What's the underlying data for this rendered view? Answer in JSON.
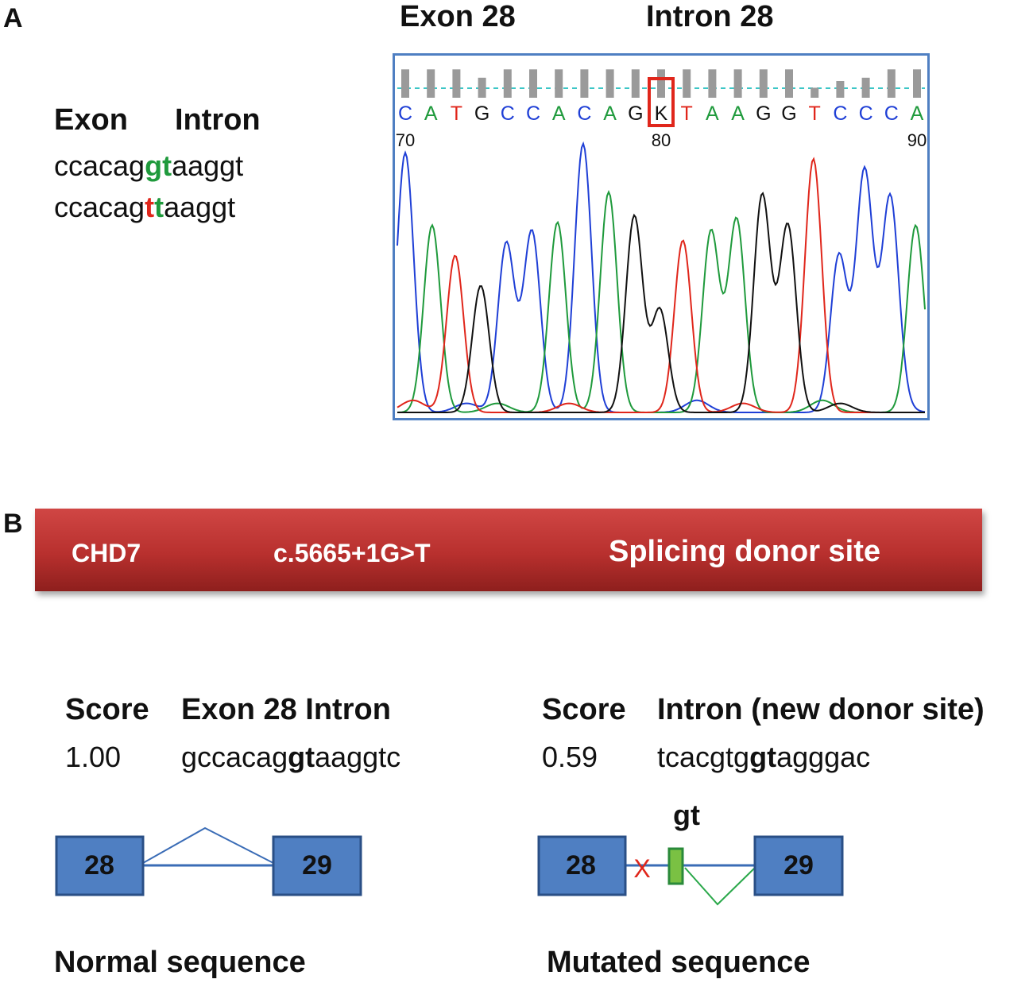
{
  "panel_a": {
    "letter": "A",
    "header_exon": "Exon 28",
    "header_intron": "Intron 28",
    "label_exon": "Exon",
    "label_intron": "Intron",
    "normal_seq": {
      "pre": "ccacag",
      "m1": "g",
      "m2": "t",
      "post": "aaggt"
    },
    "mutant_seq": {
      "pre": "ccacag",
      "m1": "t",
      "m2": "t",
      "post": "aaggt"
    },
    "chromatogram": {
      "bases": [
        "C",
        "A",
        "T",
        "G",
        "C",
        "C",
        "A",
        "C",
        "A",
        "G",
        "K",
        "T",
        "A",
        "A",
        "G",
        "G",
        "T",
        "C",
        "C",
        "C",
        "A"
      ],
      "base_colors": {
        "A": "#1f9a3c",
        "C": "#1f3fd6",
        "G": "#111111",
        "T": "#e0261b",
        "K": "#111111"
      },
      "quality": [
        0.85,
        0.85,
        0.85,
        0.6,
        0.85,
        0.85,
        0.85,
        0.85,
        0.85,
        0.85,
        0.85,
        0.85,
        0.85,
        0.85,
        0.85,
        0.85,
        0.3,
        0.5,
        0.6,
        0.85,
        0.85
      ],
      "highlight_index": 10,
      "highlight_color": "#e0261b",
      "position_labels": [
        {
          "index": 0,
          "label": "70"
        },
        {
          "index": 10,
          "label": "80"
        },
        {
          "index": 20,
          "label": "90"
        }
      ],
      "peaks": [
        {
          "color": "#1f3fd6",
          "x": 0.0,
          "h": 0.86
        },
        {
          "color": "#1f9a3c",
          "x": 1.05,
          "h": 0.62
        },
        {
          "color": "#e0261b",
          "x": 1.95,
          "h": 0.52
        },
        {
          "color": "#111111",
          "x": 2.95,
          "h": 0.42
        },
        {
          "color": "#1f3fd6",
          "x": 3.95,
          "h": 0.56
        },
        {
          "color": "#1f3fd6",
          "x": 4.95,
          "h": 0.6
        },
        {
          "color": "#1f9a3c",
          "x": 5.95,
          "h": 0.63
        },
        {
          "color": "#1f3fd6",
          "x": 6.95,
          "h": 0.89
        },
        {
          "color": "#1f9a3c",
          "x": 7.95,
          "h": 0.73
        },
        {
          "color": "#111111",
          "x": 8.95,
          "h": 0.65
        },
        {
          "color": "#111111",
          "x": 9.95,
          "h": 0.34
        },
        {
          "color": "#e0261b",
          "x": 10.85,
          "h": 0.57
        },
        {
          "color": "#1f9a3c",
          "x": 11.95,
          "h": 0.6
        },
        {
          "color": "#1f9a3c",
          "x": 12.95,
          "h": 0.64
        },
        {
          "color": "#111111",
          "x": 13.95,
          "h": 0.72
        },
        {
          "color": "#111111",
          "x": 14.95,
          "h": 0.62
        },
        {
          "color": "#e0261b",
          "x": 15.95,
          "h": 0.84
        },
        {
          "color": "#1f3fd6",
          "x": 16.95,
          "h": 0.52
        },
        {
          "color": "#1f3fd6",
          "x": 17.95,
          "h": 0.8
        },
        {
          "color": "#1f3fd6",
          "x": 18.95,
          "h": 0.69
        },
        {
          "color": "#1f9a3c",
          "x": 19.95,
          "h": 0.62
        }
      ],
      "baseline_noise": [
        {
          "color": "#e0261b",
          "x": 0.3,
          "h": 0.04
        },
        {
          "color": "#1f3fd6",
          "x": 2.4,
          "h": 0.03
        },
        {
          "color": "#1f9a3c",
          "x": 3.6,
          "h": 0.03
        },
        {
          "color": "#e0261b",
          "x": 6.4,
          "h": 0.03
        },
        {
          "color": "#1f3fd6",
          "x": 11.4,
          "h": 0.04
        },
        {
          "color": "#e0261b",
          "x": 13.2,
          "h": 0.03
        },
        {
          "color": "#111111",
          "x": 17.0,
          "h": 0.03
        },
        {
          "color": "#1f9a3c",
          "x": 16.3,
          "h": 0.04
        },
        {
          "color": "#1f3fd6",
          "x": 19.2,
          "h": 0.03
        }
      ]
    }
  },
  "panel_b": {
    "letter": "B",
    "banner": {
      "gene": "CHD7",
      "variant": "c.5665+1G>T",
      "effect": "Splicing donor site"
    },
    "normal": {
      "score_label": "Score",
      "header": "Exon 28 Intron",
      "score": "1.00",
      "seq": {
        "pre": "gccacag",
        "mark": "gt",
        "post": "aaggtc"
      },
      "exon_left": "28",
      "exon_right": "29",
      "caption": "Normal sequence"
    },
    "mutated": {
      "score_label": "Score",
      "header": "Intron (new donor site)",
      "score": "0.59",
      "seq": {
        "pre": "tcacgtg",
        "mark": "gt",
        "post": "agggac"
      },
      "donor_label": "gt",
      "blocked_mark": "X",
      "exon_left": "28",
      "exon_right": "29",
      "caption": "Mutated sequence"
    },
    "colors": {
      "exon_fill": "#4f7fc2",
      "exon_stroke": "#2a4f86",
      "link": "#3a6cb6",
      "new_donor": "#7ac143",
      "new_link": "#2aa84a",
      "blocked": "#e0261b"
    }
  }
}
